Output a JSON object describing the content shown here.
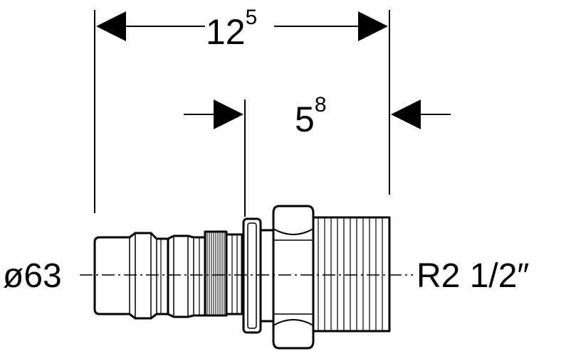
{
  "dimensions": {
    "overall_length": {
      "base": "12",
      "sup": "5"
    },
    "insertion_depth": {
      "base": "5",
      "sup": "8"
    }
  },
  "labels": {
    "pipe_diameter": "ø63",
    "thread_size": "R2 1/2″"
  },
  "colors": {
    "ink": "#000000",
    "background": "#ffffff"
  }
}
